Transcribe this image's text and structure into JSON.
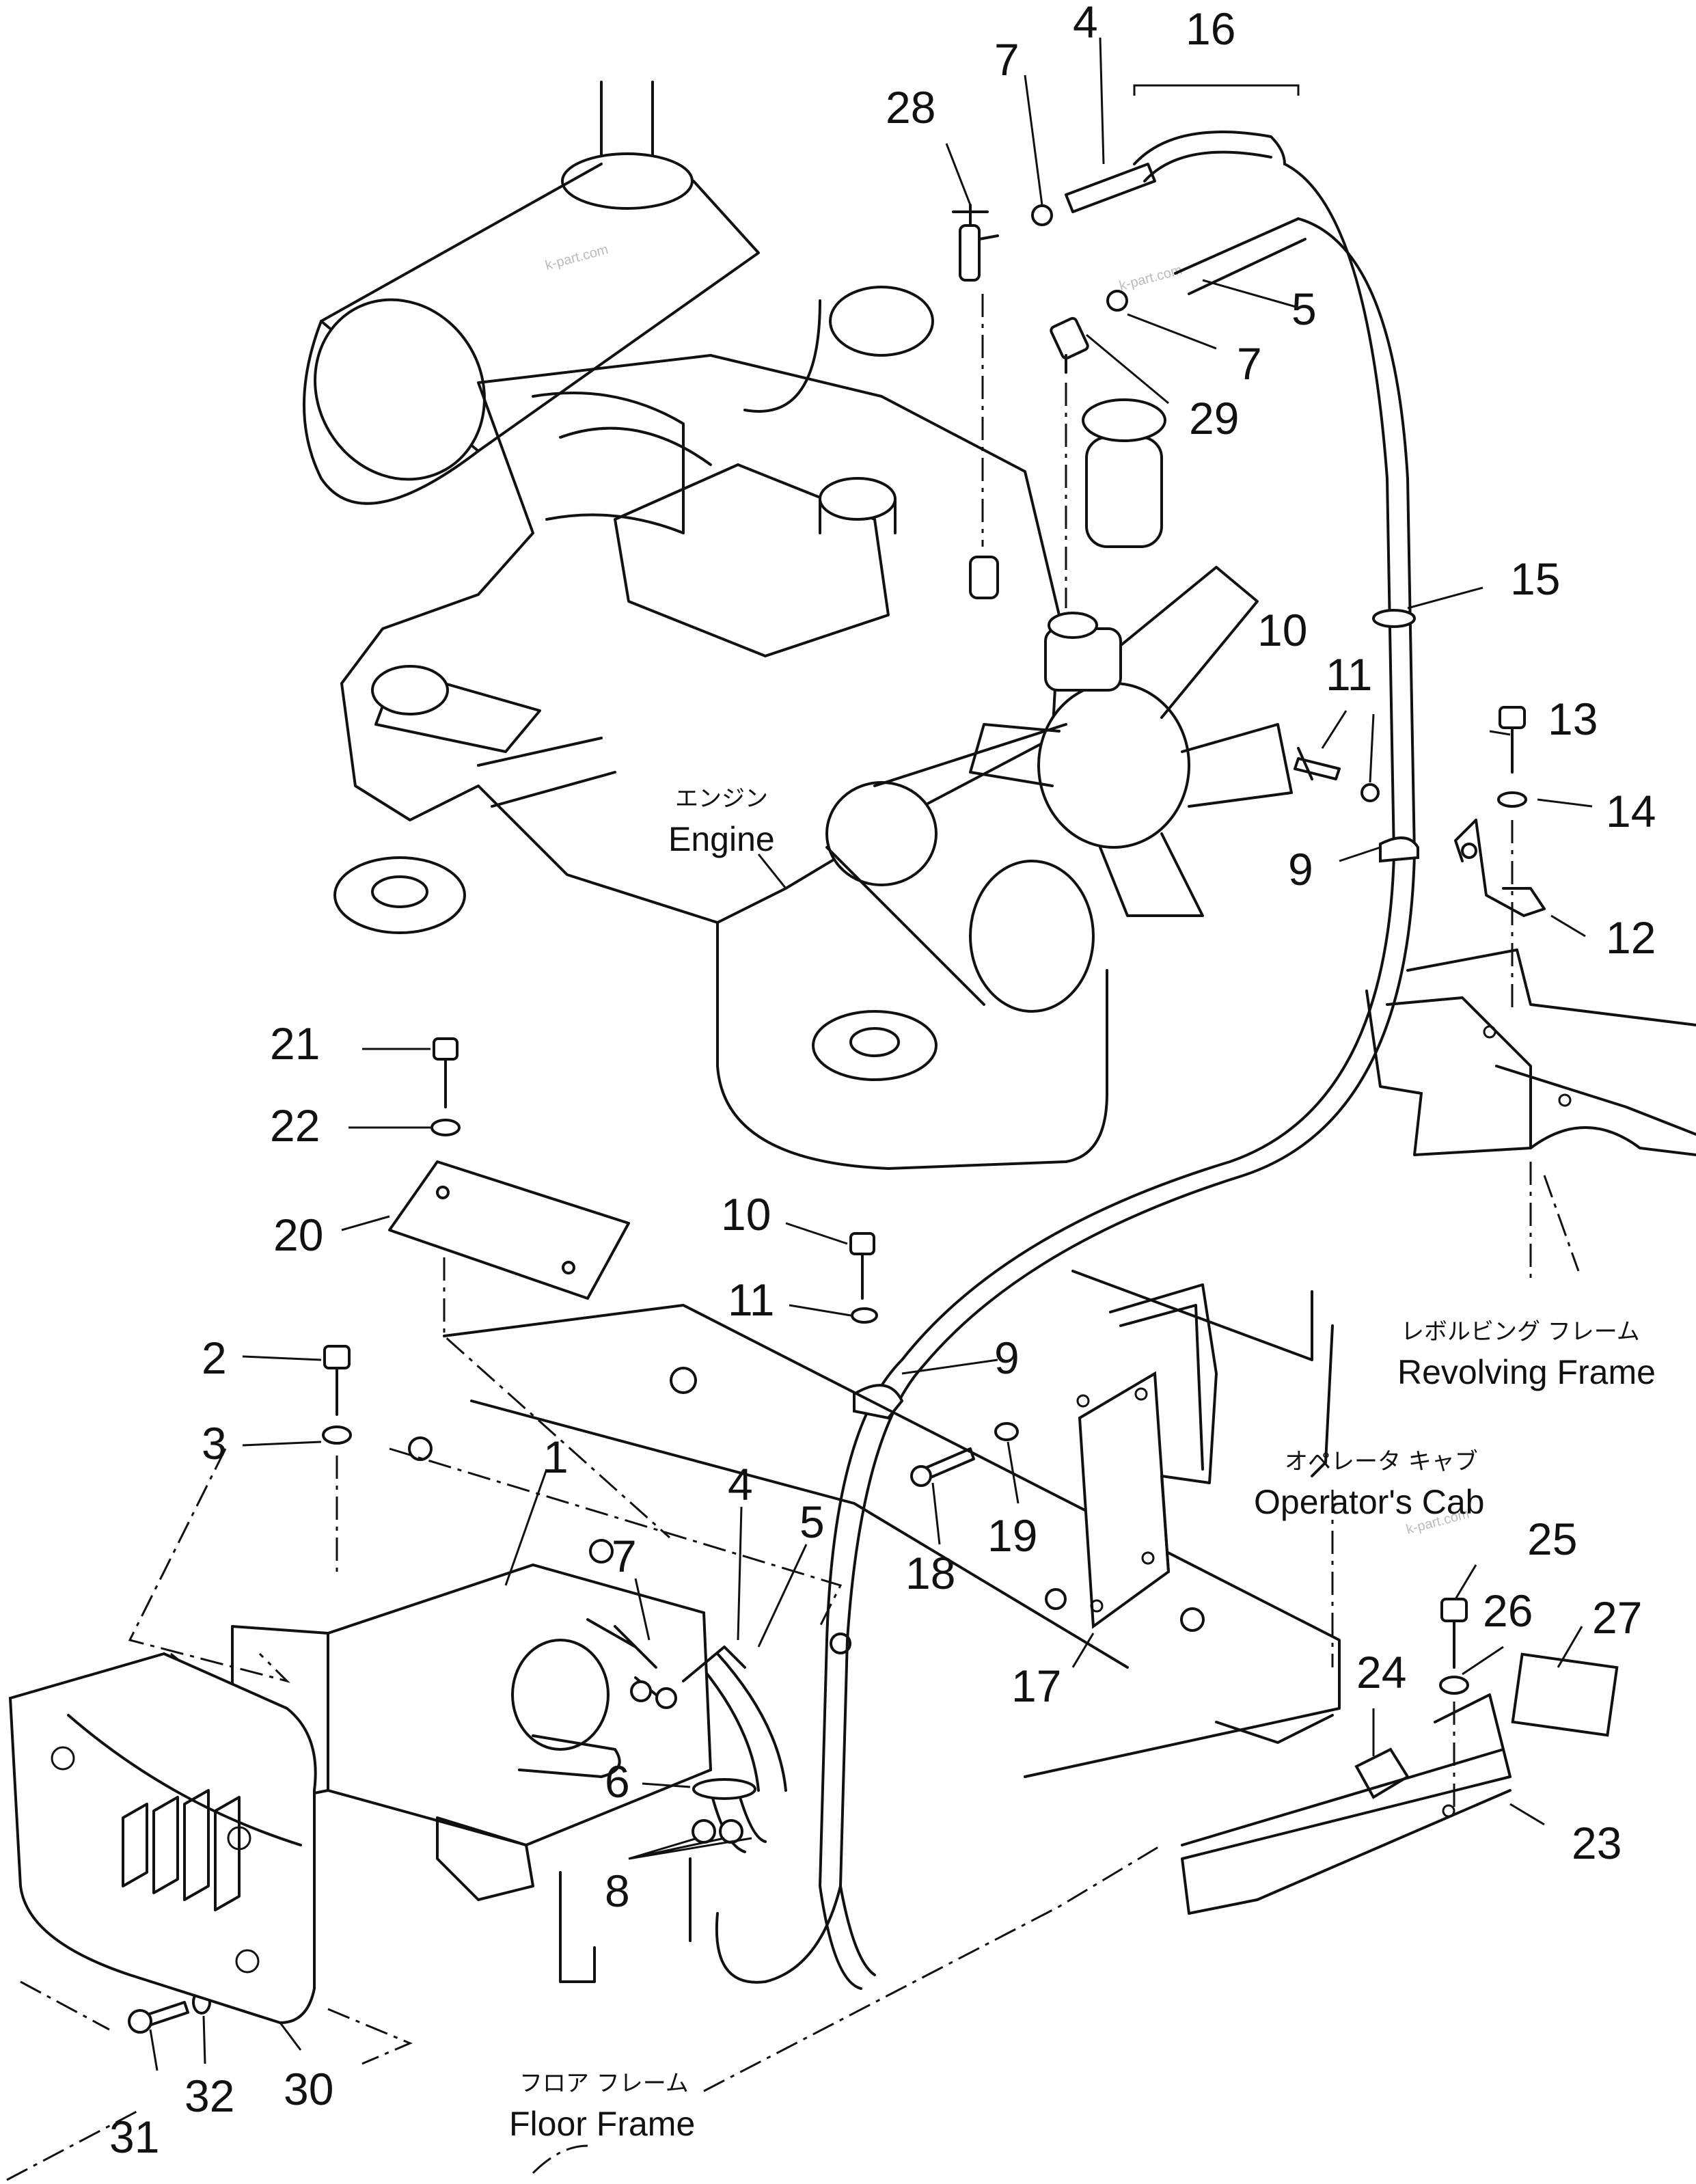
{
  "diagram": {
    "labels": {
      "engine_jp": "エンジン",
      "engine_en": "Engine",
      "revolving_jp": "レボルビング フレーム",
      "revolving_en": "Revolving Frame",
      "cab_jp": "オペレータ キャブ",
      "cab_en": "Operator's Cab",
      "floor_jp": "フロア フレーム",
      "floor_en": "Floor Frame"
    },
    "callouts": {
      "c1": "1",
      "c2": "2",
      "c3": "3",
      "c4a": "4",
      "c4b": "4",
      "c5a": "5",
      "c5b": "5",
      "c6": "6",
      "c7a": "7",
      "c7b": "7",
      "c7c": "7",
      "c8": "8",
      "c9a": "9",
      "c9b": "9",
      "c10a": "10",
      "c10b": "10",
      "c11a": "11",
      "c11b": "11",
      "c12": "12",
      "c13": "13",
      "c14": "14",
      "c15": "15",
      "c16": "16",
      "c17": "17",
      "c18": "18",
      "c19": "19",
      "c20": "20",
      "c21": "21",
      "c22": "22",
      "c23": "23",
      "c24": "24",
      "c25": "25",
      "c26": "26",
      "c27": "27",
      "c28": "28",
      "c29": "29",
      "c30": "30",
      "c31": "31",
      "c32": "32"
    },
    "watermark": "k-part.com"
  }
}
